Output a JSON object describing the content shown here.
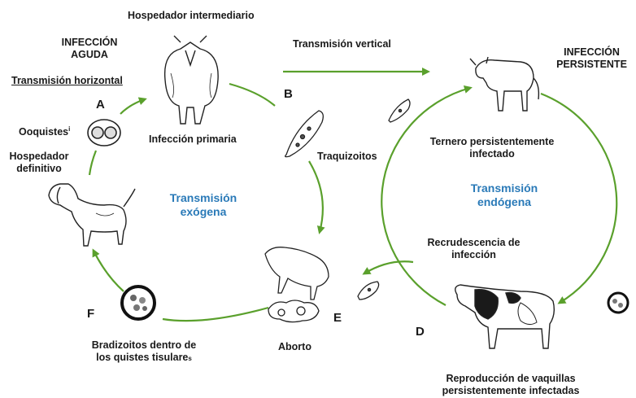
{
  "colors": {
    "arrow": "#5aa02c",
    "accent_text": "#2a7ab8",
    "ink": "#1a1a1a"
  },
  "labels": {
    "hospedador_intermediario": "Hospedador intermediario",
    "infeccion_aguda_1": "INFECCIÓN",
    "infeccion_aguda_2": "AGUDA",
    "transmision_horizontal": "Transmisión horizontal",
    "transmision_vertical": "Transmisión vertical",
    "infeccion_persistente_1": "INFECCIÓN",
    "infeccion_persistente_2": "PERSISTENTE",
    "letter_a": "A",
    "letter_b": "B",
    "letter_d": "D",
    "letter_e": "E",
    "letter_f": "F",
    "ooquistes": "Ooquistes",
    "ooquistes_mark": "i",
    "infeccion_primaria": "Infección primaria",
    "traquizoitos": "Traquizoitos",
    "ternero_1": "Ternero persistentemente",
    "ternero_2": "infectado",
    "hospedador_definitivo_1": "Hospedador",
    "hospedador_definitivo_2": "definitivo",
    "transmision_exogena_1": "Transmisión",
    "transmision_exogena_2": "exógena",
    "transmision_endogena_1": "Transmisión",
    "transmision_endogena_2": "endógena",
    "recrudescencia_1": "Recrudescencia de",
    "recrudescencia_2": "infección",
    "bradizoitos_1": "Bradizoitos dentro de",
    "bradizoitos_2": "los quistes tisulare",
    "bradizoitos_2_tail": "s",
    "aborto": "Aborto",
    "reproduccion_1": "Reproducción de vaquillas",
    "reproduccion_2": "persistentemente infectadas"
  },
  "icons": [
    "cow-icon",
    "calf-icon",
    "dog-icon",
    "aborted-fetus-icon",
    "holstein-cow-icon",
    "oocyst-icon",
    "tachyzoite-icon",
    "tissue-cyst-icon"
  ]
}
